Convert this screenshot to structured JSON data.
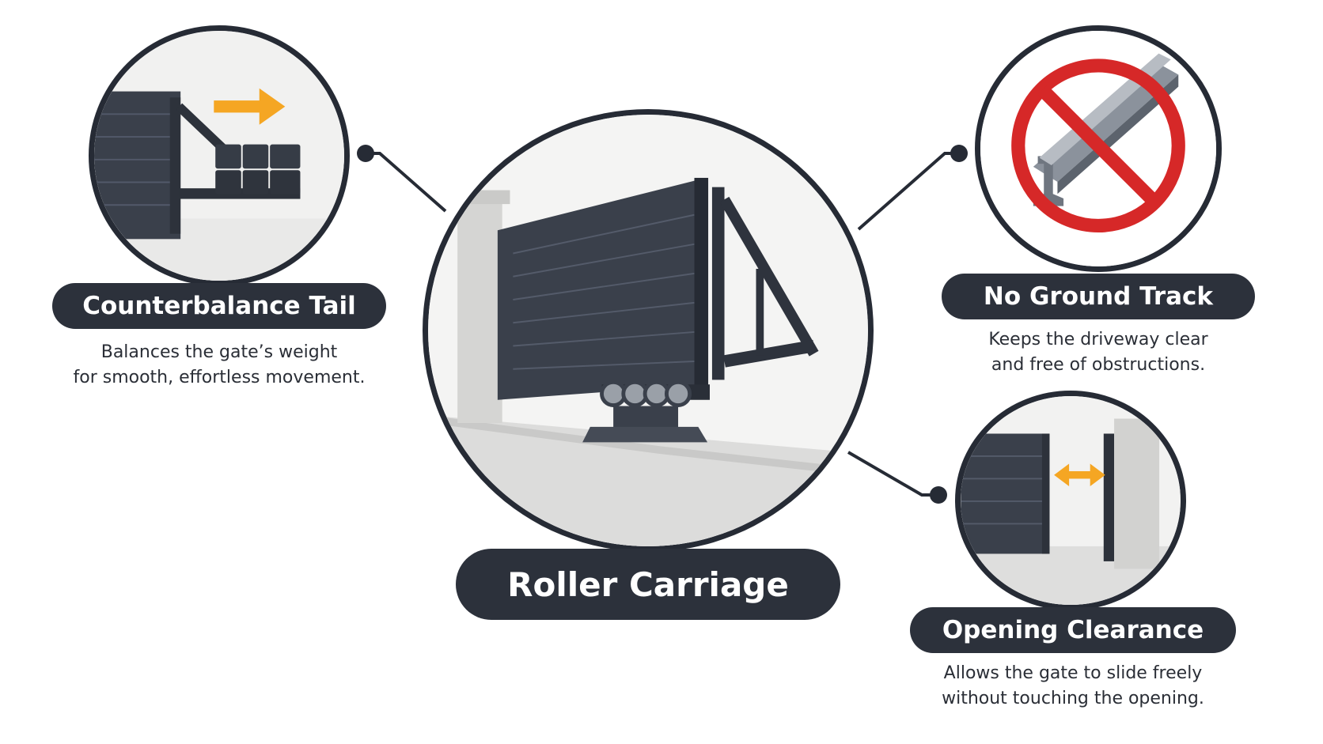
{
  "features": {
    "counterbalance": {
      "title": "Counterbalance Tail",
      "desc_line1": "Balances the gate’s weight",
      "desc_line2": "for smooth, effortless movement.",
      "icon": "counterweight-block-icon",
      "arrow_color": "#f5a623"
    },
    "ground_track": {
      "title": "No Ground Track",
      "desc_line1": "Keeps the driveway clear",
      "desc_line2": "and free of obstructions.",
      "icon": "no-rail-prohibition-icon",
      "prohibition_color": "#d62828"
    },
    "roller": {
      "title": "Roller Carriage",
      "icon": "cantilever-gate-roller-icon"
    },
    "clearance": {
      "title": "Opening Clearance",
      "desc_line1": "Allows the gate to slide freely",
      "desc_line2": "without touching the opening.",
      "icon": "double-arrow-clearance-icon",
      "arrow_color": "#f5a623"
    }
  },
  "colors": {
    "panel": "#3a404b",
    "outline": "#262b35",
    "pill": "#2c313b"
  }
}
